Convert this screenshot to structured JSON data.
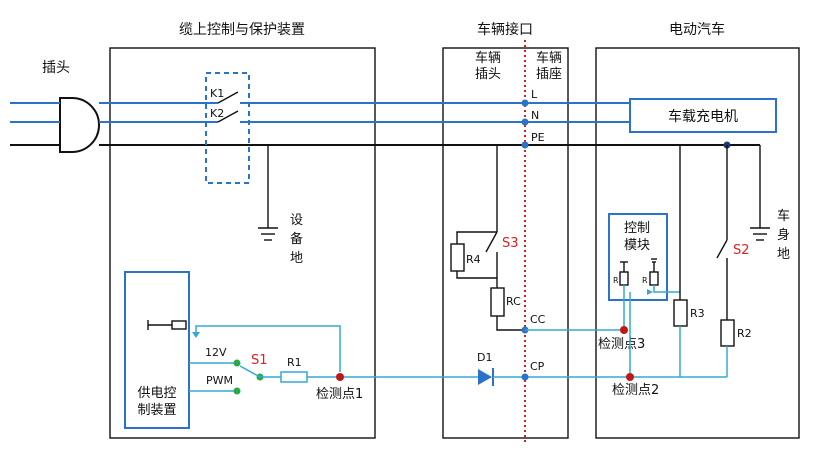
{
  "sections": {
    "control_protection": "缆上控制与保护装置",
    "vehicle_interface": "车辆接口",
    "electric_vehicle": "电动汽车"
  },
  "plug": "插头",
  "vehicle_plug": [
    "车辆",
    "插头"
  ],
  "vehicle_socket": [
    "车辆",
    "插座"
  ],
  "switches": {
    "k1": "K1",
    "k2": "K2",
    "s1": "S1",
    "s2": "S2",
    "s3": "S3"
  },
  "lines": {
    "l": "L",
    "n": "N",
    "pe": "PE",
    "cc": "CC",
    "cp": "CP"
  },
  "charger": "车载充电机",
  "equipment_ground": [
    "设",
    "备",
    "地"
  ],
  "body_ground": [
    "车",
    "身",
    "地"
  ],
  "supply_control": [
    "供电控",
    "制装置"
  ],
  "control_module": [
    "控制",
    "模块"
  ],
  "voltage_12v": "12V",
  "pwm": "PWM",
  "resistors": {
    "r1": "R1",
    "r2": "R2",
    "r3": "R3",
    "r4": "R4",
    "rc": "RC",
    "d1": "D1",
    "r_small": "R"
  },
  "detection_points": {
    "p1": "检测点1",
    "p2": "检测点2",
    "p3": "检测点3"
  },
  "colors": {
    "power_line": "#2a73c8",
    "signal_line": "#33aad0",
    "switch_label": "#e02020",
    "detection_dot": "#c01818",
    "ground_dot": "#2a73c8",
    "switch_dot": "#2aa84a",
    "interface_divider": "#d02020"
  }
}
